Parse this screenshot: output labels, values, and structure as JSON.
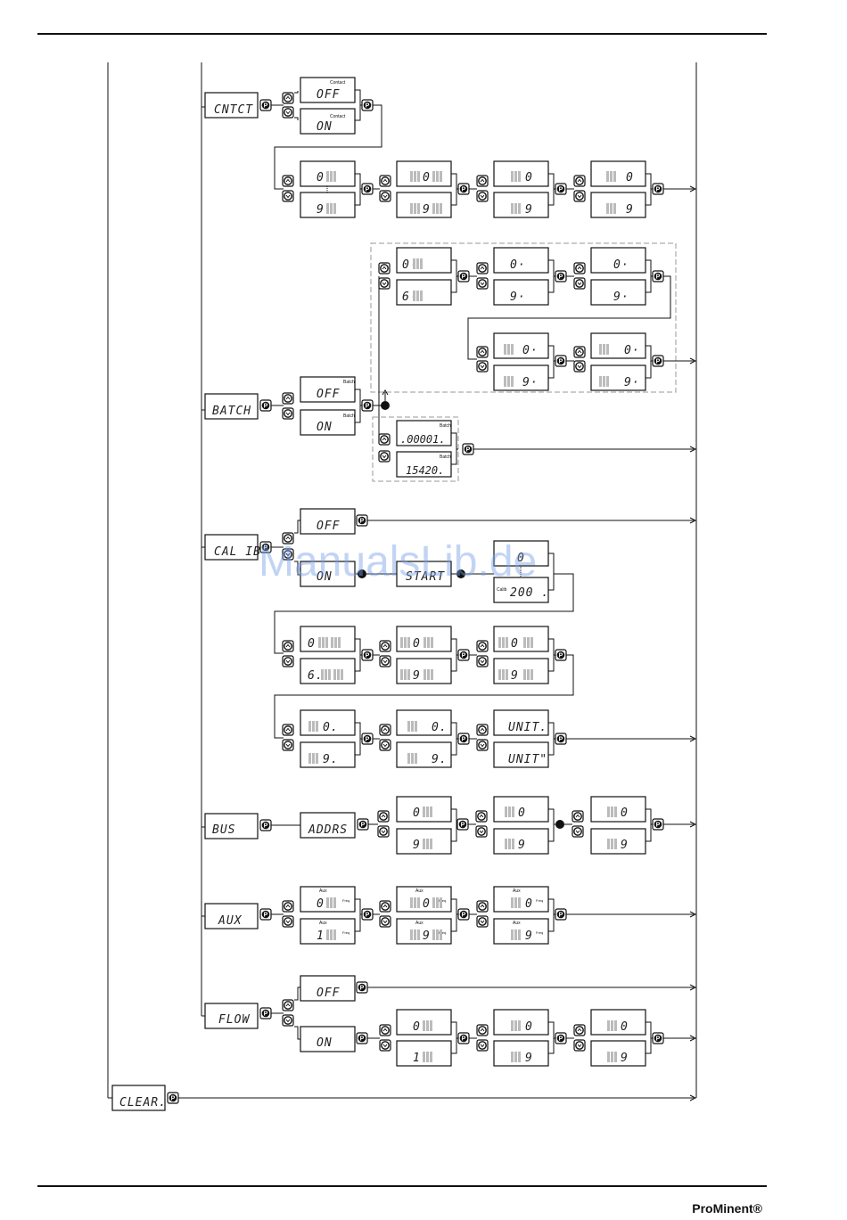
{
  "colors": {
    "line": "#111111",
    "segment": "#bbbbbb",
    "watermark": "#7aa0e6"
  },
  "icons": {
    "p_key": "p-key-icon",
    "up_key": "up-arrow-key-icon",
    "down_key": "down-arrow-key-icon",
    "lamp": "indicator-dot-icon"
  },
  "p_label": "P",
  "menus": {
    "cntct": "CNTCT",
    "batch": "BATCH",
    "calib": "CAL IB",
    "bus": "BUS",
    "aux": "AUX",
    "flow": "FLOW",
    "clear": "CLEAR."
  },
  "values": {
    "off": "OFF",
    "on": "ON",
    "zero": "0",
    "nine": "9",
    "six": "6",
    "one": "1",
    "zero_dot": "0.",
    "nine_dot": "9.",
    "six_dot": "6.",
    "zero_dot_hi": "0·",
    "nine_dot_hi": "9·",
    "six_dot_hi": "6·",
    "batch_min": ".00001.",
    "batch_max": "15420.",
    "start": "START",
    "cal_val": "200 .",
    "unit": "UNIT.",
    "unit2": "UNIT\"",
    "adrs": "ADDRS"
  },
  "tags": {
    "contact": "Contact",
    "batch": "Batch",
    "aux": "Aux",
    "freq": "Freq",
    "calib": "Calib"
  },
  "watermark": "ManualsLib.de",
  "brand": "ProMinent®"
}
